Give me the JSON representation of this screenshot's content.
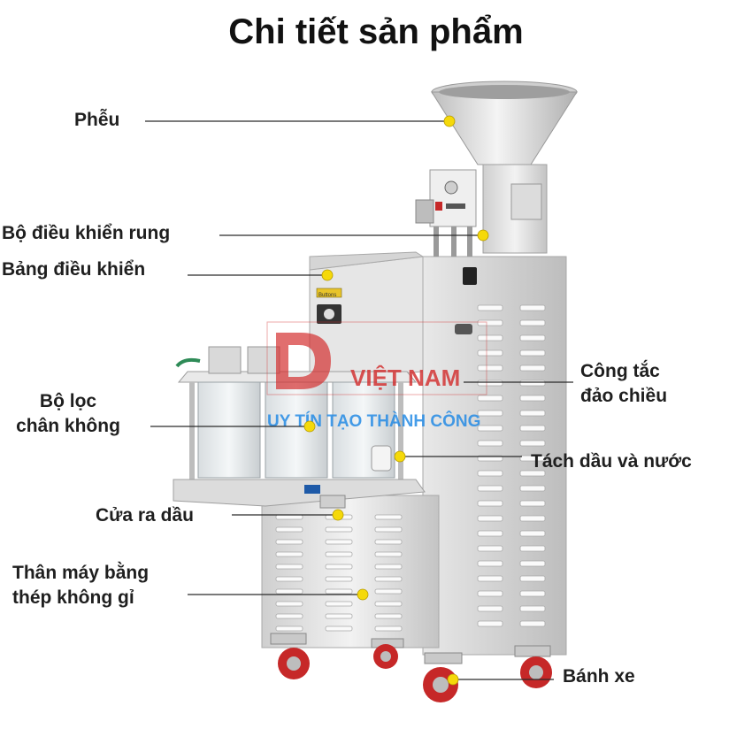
{
  "title": "Chi tiết sản phẩm",
  "labels": {
    "hopper": "Phễu",
    "vibration_controller": "Bộ điều khiển rung",
    "control_panel": "Bảng điều khiển",
    "vacuum_filter_line1": "Bộ lọc",
    "vacuum_filter_line2": "chân không",
    "oil_outlet": "Cửa ra dầu",
    "body_line1": "Thân máy bằng",
    "body_line2": "thép không gỉ",
    "reverse_switch_line1": "Công tắc",
    "reverse_switch_line2": "đảo chiều",
    "oil_water_separation": "Tách dầu và nước",
    "wheels": "Bánh xe"
  },
  "watermark": {
    "brand": "VIỆT NAM",
    "slogan": "UY TÍN TẠO THÀNH CÔNG",
    "logo_color": "#d32f2f",
    "slogan_color": "#1e88e5"
  },
  "machine_label": "Buttons",
  "colors": {
    "marker": "#f5d90a",
    "leader": "#222222",
    "steel": "#dcdcdc",
    "wheel": "#c62828"
  }
}
